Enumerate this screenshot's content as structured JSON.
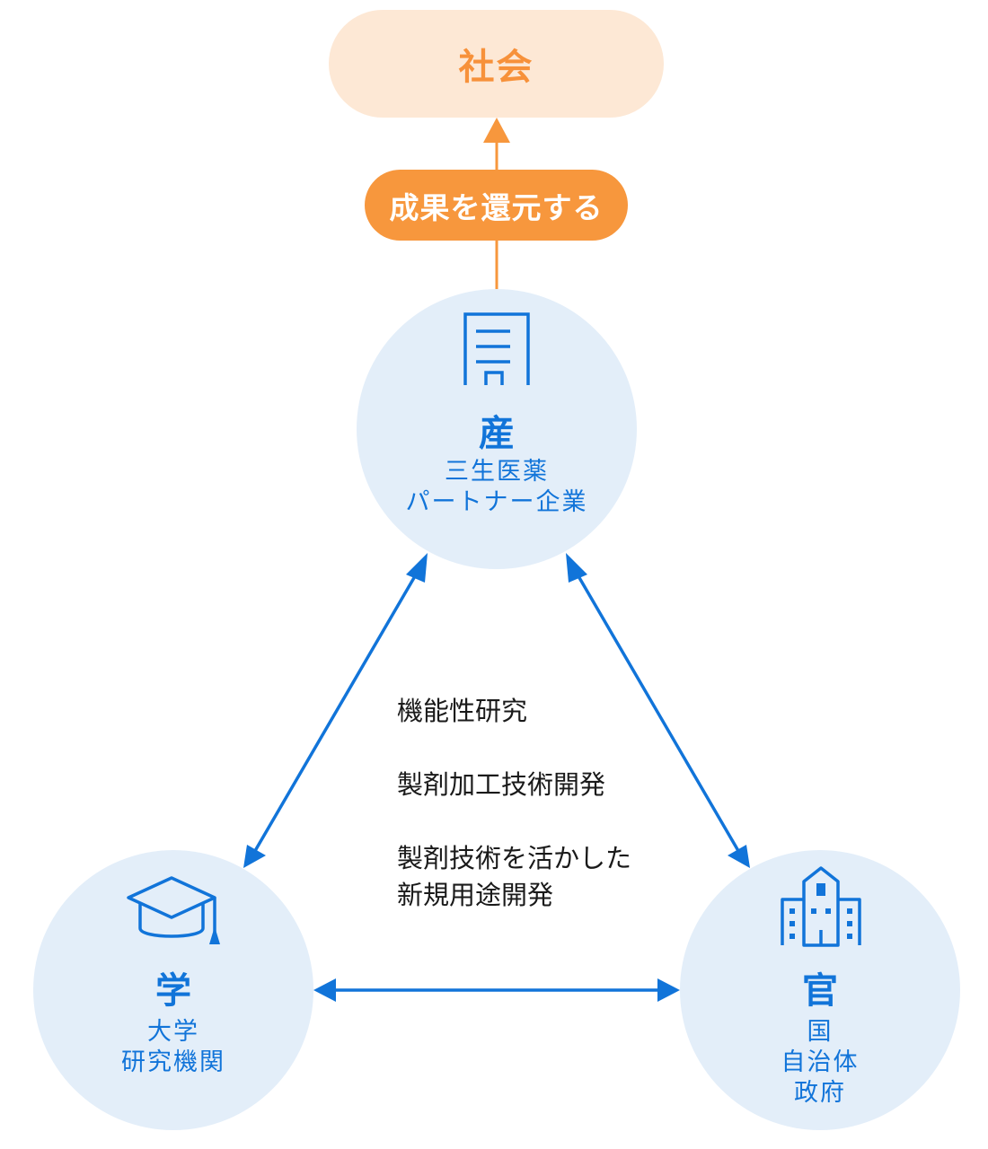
{
  "society": {
    "label": "社会"
  },
  "return_flow": {
    "label": "成果を還元する"
  },
  "industry": {
    "title": "産",
    "lines": [
      "三生医薬",
      "パートナー企業"
    ],
    "icon": "building-document-icon"
  },
  "academia": {
    "title": "学",
    "lines": [
      "大学",
      "研究機関"
    ],
    "icon": "graduation-cap-icon"
  },
  "government": {
    "title": "官",
    "lines": [
      "国",
      "自治体",
      "政府"
    ],
    "icon": "government-building-icon"
  },
  "collaboration": {
    "items": [
      {
        "lines": [
          "機能性研究"
        ]
      },
      {
        "lines": [
          "製剤加工技術開発"
        ]
      },
      {
        "lines": [
          "製剤技術を活かした",
          "新規用途開発"
        ]
      }
    ]
  },
  "colors": {
    "orange": "#f7973d",
    "orange_light": "#fde8d5",
    "blue": "#1174d9",
    "circle": "#e3eef9"
  }
}
